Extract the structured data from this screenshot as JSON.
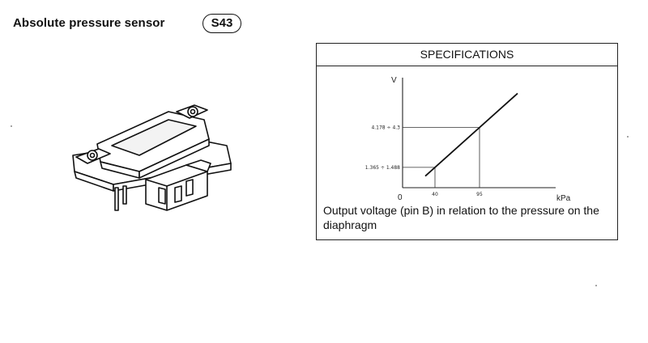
{
  "header": {
    "title": "Absolute pressure sensor",
    "badge": "S43"
  },
  "specifications": {
    "heading": "SPECIFICATIONS",
    "caption": "Output voltage (pin B) in relation to the pressure on the diaphragm",
    "y_axis_label": "V",
    "x_axis_label": "kPa",
    "origin_label": "0",
    "points": [
      {
        "x_label": "40",
        "y_label": "1.365 ÷ 1.488",
        "x": 40,
        "y": 1.43
      },
      {
        "x_label": "95",
        "y_label": "4.178 ÷ 4.3",
        "x": 95,
        "y": 4.24
      }
    ]
  }
}
